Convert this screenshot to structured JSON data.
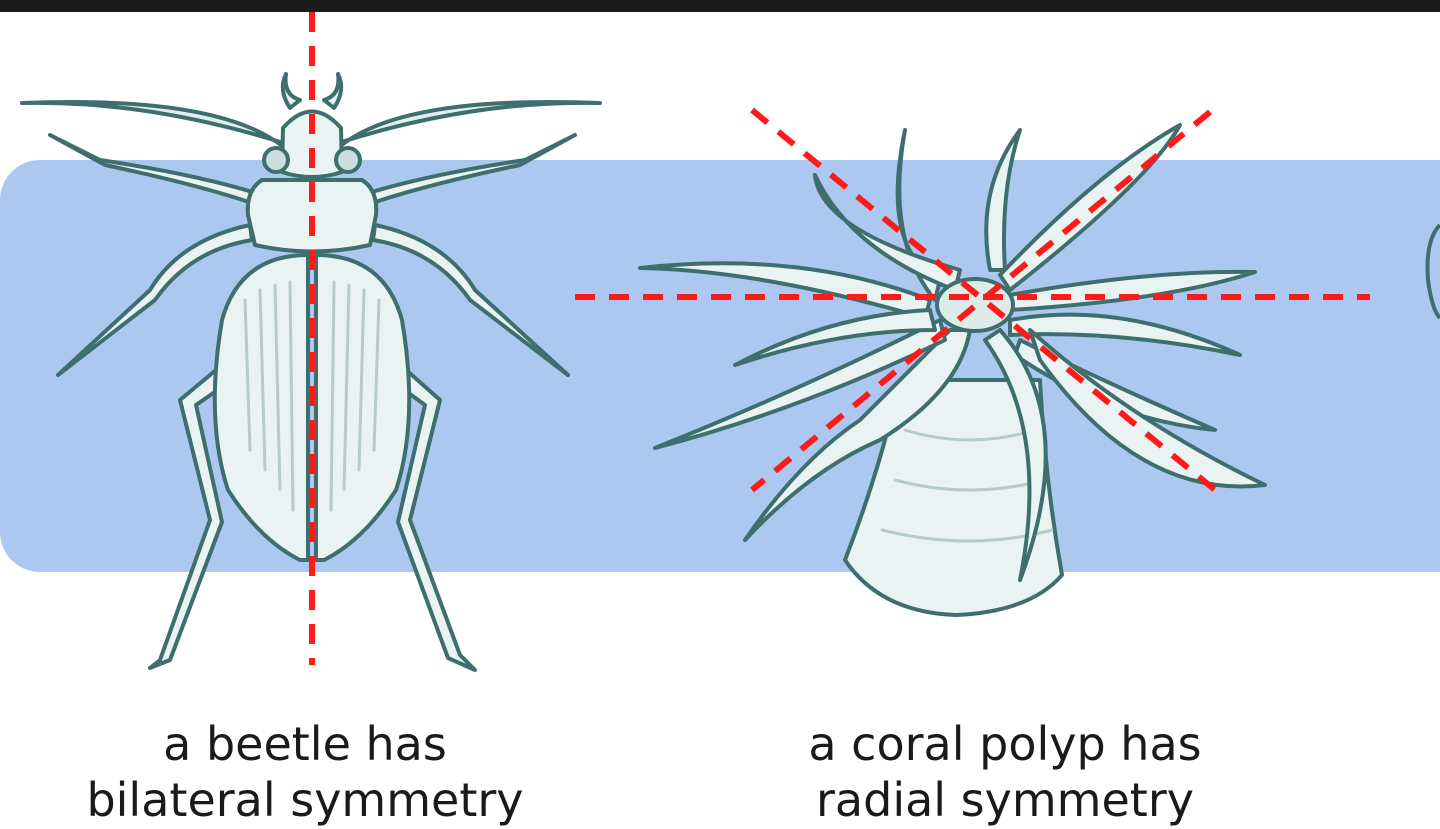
{
  "beetle": {
    "caption_line1": "a beetle has",
    "caption_line2": "bilateral symmetry"
  },
  "polyp": {
    "caption_line1": "a coral polyp has",
    "caption_line2": "radial symmetry"
  },
  "colors": {
    "band": "#adc8f0",
    "outline": "#3f6e6e",
    "fill": "#e8f3f2",
    "symmetry_line": "#ff1a1a"
  }
}
